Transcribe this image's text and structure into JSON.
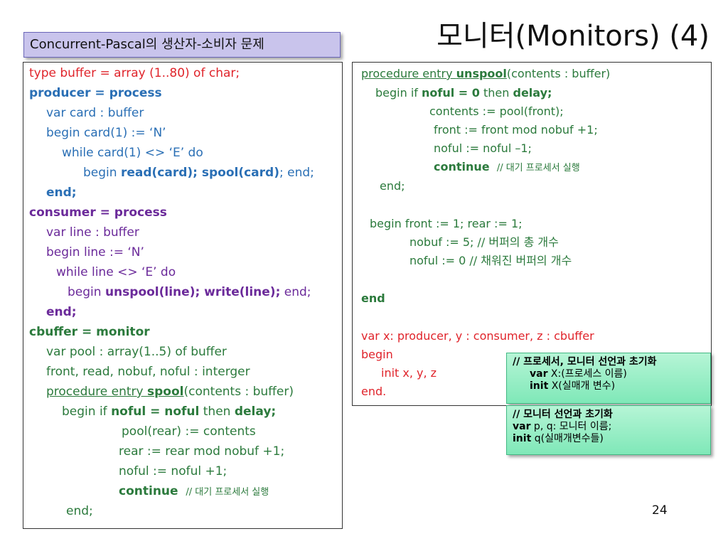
{
  "slide": {
    "title": "모니터(Monitors) (4)",
    "topic": "Concurrent-Pascal의 생산자-소비자 문제",
    "page_number": "24"
  },
  "left_code": [
    "type buffer = array (1..80) of char;",
    "producer = process",
    "var card : buffer",
    "begin card(1) := ‘N’",
    "while card(1) <> ‘E’ do",
    "begin ",
    "read(card); spool(card)",
    "; end;",
    "end;",
    "consumer = process",
    "var line : buffer",
    "begin line := ‘N’",
    "while line <> ‘E’ do",
    "begin ",
    "unspool(line); write(line);",
    " end;",
    "end;",
    "cbuffer = monitor",
    "var pool : array(1..5) of buffer",
    "front, read, nobuf, noful : interger",
    "procedure entry ",
    "spool",
    "(contents : buffer)",
    "begin if ",
    "noful = noful",
    " then ",
    "delay;",
    "pool(rear) := contents",
    "rear := rear mod nobuf +1;",
    "noful := noful +1;",
    "continue",
    "// 대기 프로세서 실행",
    "end;"
  ],
  "right_code": [
    "procedure entry ",
    "unspool",
    "(contents : buffer)",
    "begin if ",
    "noful = 0",
    " then ",
    "delay;",
    "contents := pool(front);",
    "front := front mod nobuf +1;",
    "noful := noful –1;",
    "continue",
    "// 대기 프로세서 실행",
    "end;",
    "begin front := 1; rear := 1;",
    "nobuf := 5; // 버퍼의 총 개수",
    "noful := 0  // 채워진 버퍼의 개수",
    "end",
    "var x: producer, y : consumer, z : cbuffer",
    "begin",
    "init x, y, z",
    "end."
  ],
  "note1": {
    "heading": "// 프로세서, 모니터 선언과 초기화",
    "var_kw": "var",
    "var_text": " X:(프로세스 이름)",
    "init_kw": "init",
    "init_text": " X(실매개 변수)"
  },
  "note2": {
    "heading": "// 모니터 선언과 초기화",
    "var_kw": "var",
    "var_text": " p, q: 모니터 이름;",
    "init_kw": "init",
    "init_text": " q(실매개변수들)"
  }
}
